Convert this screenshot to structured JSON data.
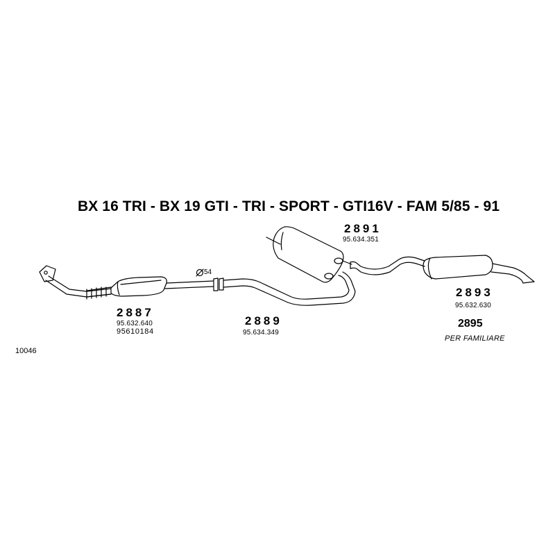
{
  "title": "BX 16 TRI - BX 19 GTI - TRI - SPORT - GTI16V - FAM 5/85 -  91",
  "catalog_number": "10046",
  "pipe_diameter": "54",
  "parts": {
    "front": {
      "number": "2887",
      "refs": [
        "95.632.640",
        "95610184"
      ]
    },
    "middle_pipe": {
      "number": "2889",
      "refs": [
        "95.634.349"
      ]
    },
    "center_silencer": {
      "number": "2891",
      "refs": [
        "95.634.351"
      ]
    },
    "rear_silencer": {
      "number": "2893",
      "refs": [
        "95.632.630"
      ]
    },
    "rear_alt": {
      "number": "2895",
      "note": "PER FAMILIARE"
    }
  }
}
